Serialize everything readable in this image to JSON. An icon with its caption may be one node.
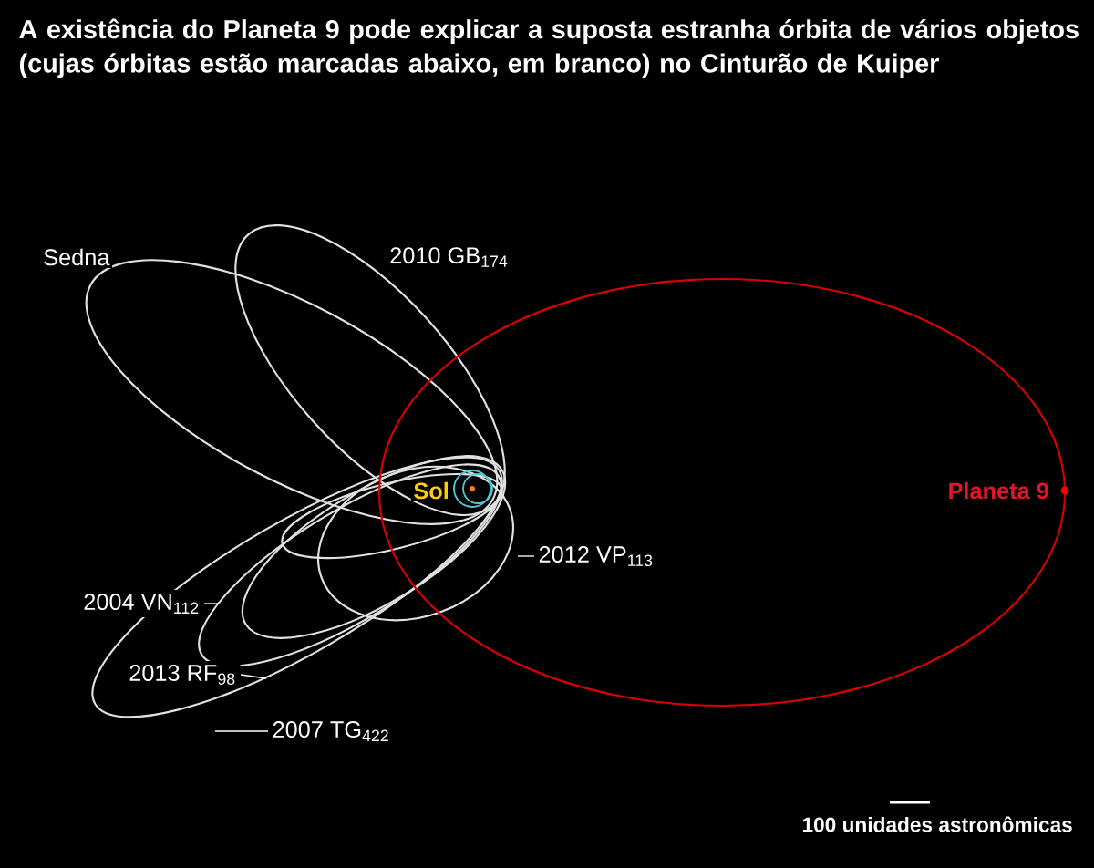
{
  "diagram": {
    "title": "A existência do Planeta 9 pode explicar a suposta estranha órbita de vários objetos (cujas órbitas estão marcadas abaixo, em branco) no Cinturão de Kuiper",
    "nodes": [
      {
        "text": [
          "2012 VP$_{113}$"
        ]
      },
      {
        "text": [
          "2004 VN$_{112}$"
        ]
      },
      {
        "text": [
          "2013 RF$_{98}$"
        ]
      },
      {
        "text": [
          "2007 TG$_{422}$"
        ]
      }
    ],
    "edges": [
      {
        "from": 0,
        "to": null,
        "arrow": "none"
      },
      {
        "from": 1,
        "to": null,
        "arrow": "none"
      },
      {
        "from": 2,
        "to": null,
        "arrow": "none"
      },
      {
        "from": 3,
        "to": null,
        "arrow": "none"
      }
    ],
    "labels": [
      "Sedna",
      "2010 GB$_{174}$",
      "Sol",
      "Planeta 9",
      "100 unidades astronômicas"
    ]
  }
}
